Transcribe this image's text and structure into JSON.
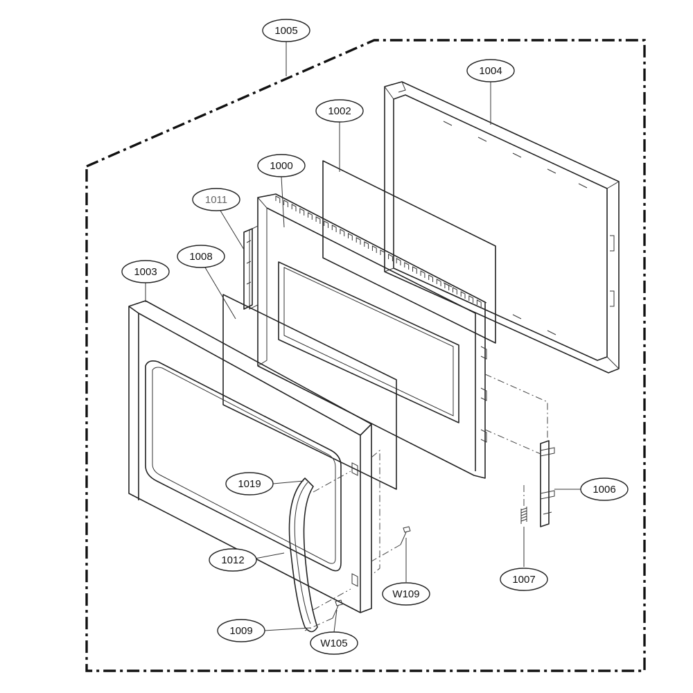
{
  "diagram": {
    "type": "exploded-parts-diagram",
    "callouts": [
      {
        "id": "c1005",
        "text": "1005"
      },
      {
        "id": "c1004",
        "text": "1004"
      },
      {
        "id": "c1002",
        "text": "1002"
      },
      {
        "id": "c1000",
        "text": "1000"
      },
      {
        "id": "c1011",
        "text": "1011"
      },
      {
        "id": "c1008",
        "text": "1008"
      },
      {
        "id": "c1003",
        "text": "1003"
      },
      {
        "id": "c1019",
        "text": "1019"
      },
      {
        "id": "c1006",
        "text": "1006"
      },
      {
        "id": "c1012",
        "text": "1012"
      },
      {
        "id": "c1007",
        "text": "1007"
      },
      {
        "id": "cW109",
        "text": "W109"
      },
      {
        "id": "c1009",
        "text": "1009"
      },
      {
        "id": "cW105",
        "text": "W105"
      }
    ]
  },
  "colors": {
    "line": "#222222",
    "background": "#ffffff",
    "callout_1011_text": "#666666"
  }
}
